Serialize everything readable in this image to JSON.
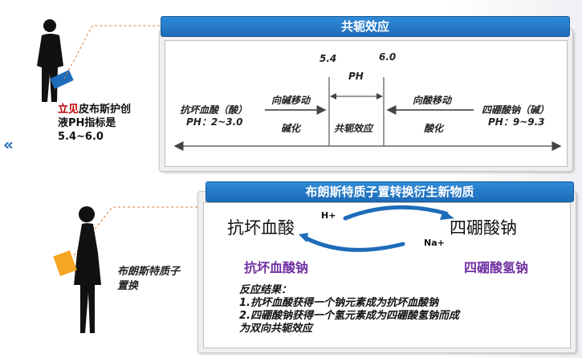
{
  "top_section": {
    "header": "共轭效应",
    "left_note_red": "立见",
    "left_note_line1_rest": "皮布斯护创",
    "left_note_line2": "液PH指标是",
    "left_note_line3": "5.4~6.0",
    "ph_low": "5.4",
    "ph_high": "6.0",
    "ph_label": "PH",
    "left_compound": "抗坏血酸（酸）",
    "left_ph": "PH：2~3.0",
    "shift_to_base": "向碱移动",
    "base_effect": "碱化",
    "center_effect": "共轭效应",
    "shift_to_acid": "向酸移动",
    "acid_effect": "酸化",
    "right_compound": "四硼酸钠（碱）",
    "right_ph": "PH：9~9.3"
  },
  "bottom_section": {
    "header": "布朗斯特质子置转换衍生新物质",
    "person_caption_line1": "布朗斯特质子",
    "person_caption_line2": "置换",
    "compound_left": "抗坏血酸",
    "compound_right": "四硼酸钠",
    "ion_h": "H+",
    "ion_na": "Na+",
    "product_left": "抗坏血酸钠",
    "product_right": "四硼酸氢钠",
    "result_title": "反应结果：",
    "result_1": "1.抗坏血酸获得一个钠元素成为抗坏血酸钠",
    "result_2_line1": "2.四硼酸钠获得一个氢元素成为四硼酸氢钠而成",
    "result_2_line2": "为双向共轭效应"
  },
  "colors": {
    "header_blue": "#1e6cb9",
    "accent_red": "#c00000",
    "product_purple": "#7030a0",
    "folder_orange": "#f5a623"
  }
}
